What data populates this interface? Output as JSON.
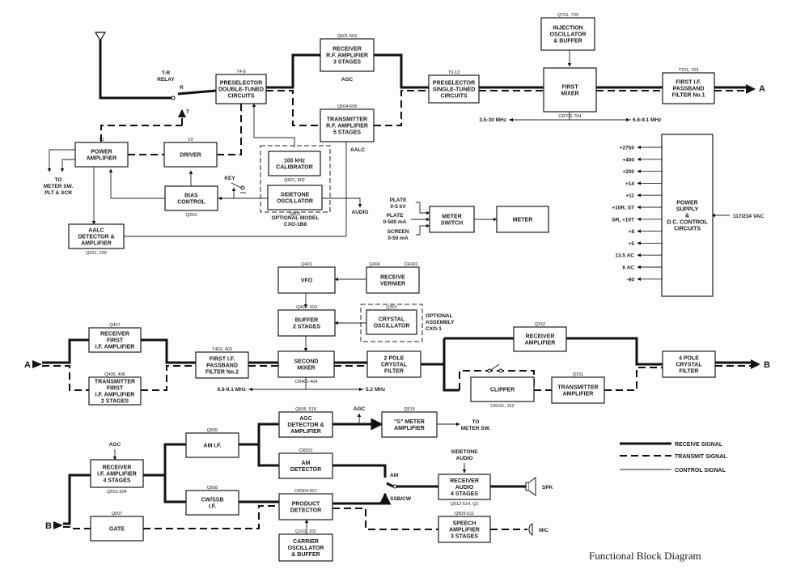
{
  "title": "Functional Block Diagram",
  "legend": {
    "receive": "RECEIVE SIGNAL",
    "transmit": "TRANSMIT SIGNAL",
    "control": "CONTROL SIGNAL"
  },
  "connectors": {
    "a": "A",
    "b": "B"
  },
  "labels": {
    "tr_relay": [
      "T-R",
      "RELAY"
    ],
    "relay_r": "R",
    "relay_t": "T",
    "key": "KEY",
    "agc_top": "AGC",
    "aalc": "AALC",
    "audio": "AUDIO",
    "to_meter": [
      "TO",
      "METER SW.",
      "PLT & SCR"
    ],
    "freq_mixer1_left": "3.5-30 MHz",
    "freq_mixer1_right": "6.6-9.1 MHz",
    "freq_mixer2_left": "6.6-9.1 MHz",
    "freq_mixer2_right": "5.2 MHz",
    "optional_model": [
      "OPTIONAL MODEL",
      "CXO-1B8"
    ],
    "optional_assembly": [
      "OPTIONAL",
      "ASSEMBLY",
      "CXO-1"
    ],
    "meter_inputs": [
      [
        "PLATE",
        "0-5 kV"
      ],
      [
        "PLATE",
        "0-500 mA"
      ],
      [
        "SCREEN",
        "0-50 mA"
      ]
    ],
    "power_outputs": [
      "+2750",
      "+400",
      "+200",
      "+14",
      "+11",
      "+10R, ST",
      "SR, +10T",
      "+8",
      "+5",
      "13.5 AC",
      "6 AC",
      "-90"
    ],
    "vac_in": "117/234 VAC",
    "agc_rx": "AGC",
    "agc_bottom": "AGC",
    "to_meter_sw": [
      "TO",
      "METER SW."
    ],
    "sidetone_audio": [
      "SIDETONE",
      "AUDIO"
    ],
    "sw_am": "AM",
    "sw_ssb": "SSB/CW",
    "spk": "SPK",
    "mic": "MIC"
  },
  "blocks": {
    "preselector_double": {
      "lines": [
        "PRESELECTOR",
        "DOUBLE-TUNED",
        "CIRCUITS"
      ],
      "ref": "T4-8"
    },
    "rx_rf_amp": {
      "lines": [
        "RECEIVER",
        "R.F. AMPLIFIER",
        "3 STAGES"
      ],
      "ref": "Q601-603"
    },
    "tx_rf_amp": {
      "lines": [
        "TRANSMITTER",
        "R.F. AMPLIFIER",
        "5 STAGES"
      ],
      "ref": "Q604-608"
    },
    "preselector_single": {
      "lines": [
        "PRESELECTOR",
        "SINGLE-TUNED",
        "CIRCUITS"
      ],
      "ref": "T9-13"
    },
    "injection_osc": {
      "lines": [
        "INJECTION",
        "OSCILLATOR",
        "& BUFFER"
      ],
      "ref": "Q701, 703"
    },
    "first_mixer": {
      "lines": [
        "FIRST",
        "MIXER"
      ],
      "ref": "CR701-704"
    },
    "first_if_filter1": {
      "lines": [
        "FIRST I.F.",
        "PASSBAND",
        "FILTER No.1"
      ],
      "ref": "T701, 703"
    },
    "power_amp": {
      "lines": [
        "POWER",
        "AMPLIFIER"
      ],
      "ref": "V1"
    },
    "driver": {
      "lines": [
        "DRIVER"
      ],
      "ref": "V2"
    },
    "calibrator": {
      "lines": [
        "100 kHz",
        "CALIBRATOR"
      ],
      "ref": "Q801, 802"
    },
    "sidetone_osc": {
      "lines": [
        "SIDETONE",
        "OSCILLATOR"
      ],
      "ref": "Q803"
    },
    "bias_control": {
      "lines": [
        "BIAS",
        "CONTROL"
      ],
      "ref": "Q203"
    },
    "aalc_det": {
      "lines": [
        "AALC",
        "DETECTOR &",
        "AMPLIFIER"
      ],
      "ref": "Q201, 202"
    },
    "meter_switch": {
      "lines": [
        "METER",
        "SWITCH"
      ],
      "ref": ""
    },
    "meter": {
      "lines": [
        "METER"
      ],
      "ref": ""
    },
    "power_supply": {
      "lines": [
        "POWER",
        "SUPPLY",
        "&",
        "D.C. CONTROL",
        "CIRCUITS"
      ],
      "ref": ""
    },
    "vfo": {
      "lines": [
        "VFO"
      ],
      "ref": "Q401"
    },
    "receive_vernier": {
      "lines": [
        "RECEIVE",
        "VERNIER"
      ],
      "ref": "Q404",
      "ref2": "CR402"
    },
    "buffer": {
      "lines": [
        "BUFFER",
        "2 STAGES"
      ],
      "ref": "Q402, 403"
    },
    "crystal_osc": {
      "lines": [
        "CRYSTAL",
        "OSCILLATOR"
      ],
      "ref": "Q301"
    },
    "rx_first_if": {
      "lines": [
        "RECEIVER",
        "FIRST",
        "I.F. AMPLIFIER"
      ],
      "ref": "Q407"
    },
    "tx_first_if": {
      "lines": [
        "TRANSMITTER",
        "FIRST",
        "I.F. AMPLIFIER",
        "2 STAGES"
      ],
      "ref": "Q405, 406"
    },
    "first_if_filter2": {
      "lines": [
        "FIRST I.F.",
        "PASSBAND",
        "FILTER No.2"
      ],
      "ref": "T402, 403"
    },
    "second_mixer": {
      "lines": [
        "SECOND",
        "MIXER"
      ],
      "ref": "CR401-404"
    },
    "two_pole_filter": {
      "lines": [
        "2 POLE",
        "CRYSTAL",
        "FILTER"
      ],
      "ref": ""
    },
    "rx_amp": {
      "lines": [
        "RECEIVER",
        "AMPLIFIER"
      ],
      "ref": "Q152"
    },
    "clipper": {
      "lines": [
        "CLIPPER"
      ],
      "ref": "CR151, 152"
    },
    "tx_amp": {
      "lines": [
        "TRANSMITTER",
        "AMPLIFIER"
      ],
      "ref": "Q151"
    },
    "four_pole_filter": {
      "lines": [
        "4 POLE",
        "CRYSTAL",
        "FILTER"
      ],
      "ref": ""
    },
    "rx_if_amp": {
      "lines": [
        "RECEIVER",
        "I.F. AMPLIFIER",
        "4 STAGES"
      ],
      "ref": "Q501-504"
    },
    "gate": {
      "lines": [
        "GATE"
      ],
      "ref": "Q507"
    },
    "am_if": {
      "lines": [
        "AM I.F."
      ],
      "ref": "Q505"
    },
    "cw_ssb_if": {
      "lines": [
        "CW/SSB",
        "I.F."
      ],
      "ref": "Q508"
    },
    "agc_det": {
      "lines": [
        "AGC",
        "DETECTOR &",
        "AMPLIFIER"
      ],
      "ref": "Q506, 518"
    },
    "s_meter_amp": {
      "lines": [
        "\"S\" METER",
        "AMPLIFIER"
      ],
      "ref": "Q519"
    },
    "am_detector": {
      "lines": [
        "AM",
        "DETECTOR"
      ],
      "ref": "CR501"
    },
    "product_det": {
      "lines": [
        "PRODUCT",
        "DETECTOR"
      ],
      "ref": "CR504-507"
    },
    "carrier_osc": {
      "lines": [
        "CARRIER",
        "OSCILLATOR",
        "& BUFFER"
      ],
      "ref": "Q101, 102"
    },
    "rx_audio": {
      "lines": [
        "RECEIVER",
        "AUDIO",
        "4 STAGES"
      ],
      "ref": "Q512-514, Q1"
    },
    "speech_amp": {
      "lines": [
        "SPEECH",
        "AMPLIFIER",
        "3 STAGES"
      ],
      "ref": "Q509-511"
    }
  }
}
